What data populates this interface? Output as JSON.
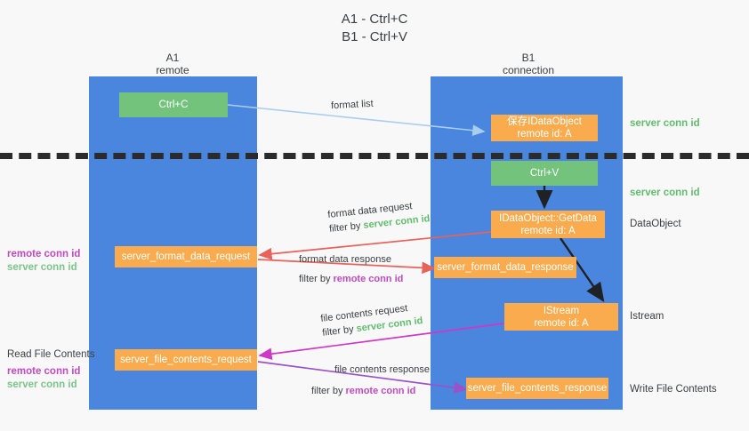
{
  "title": {
    "line1": "A1 - Ctrl+C",
    "line2": "B1 - Ctrl+V"
  },
  "columns": [
    {
      "name": "A1",
      "role": "remote"
    },
    {
      "name": "B1",
      "role": "connection"
    }
  ],
  "nodes": {
    "ctrl_c": "Ctrl+C",
    "ctrl_v": "Ctrl+V",
    "save_idataobject_line1": "保存IDataObject",
    "save_idataobject_line2": "remote id: A",
    "getdata_line1": "IDataObject::GetData",
    "getdata_line2": "remote id: A",
    "istream_line1": "IStream",
    "istream_line2": "remote id: A",
    "server_format_data_request": "server_format_data_request",
    "server_format_data_response": "server_format_data_response",
    "server_file_contents_request": "server_file_contents_request",
    "server_file_contents_response": "server_file_contents_response"
  },
  "annotations": {
    "server_conn_id_top": "server conn id",
    "server_conn_id_mid": "server conn id",
    "dataobject": "DataObject",
    "istream": "Istream",
    "write_file_contents": "Write File Contents",
    "read_file_contents": "Read File Contents"
  },
  "legends": [
    {
      "remote": "remote conn id",
      "server": "server conn id"
    },
    {
      "remote": "remote conn id",
      "server": "server conn id"
    }
  ],
  "edges": {
    "format_list": "format list",
    "format_data_request": "format data request",
    "format_data_request_filter_prefix": "filter by ",
    "format_data_request_filter_key": "server conn id",
    "format_data_response": "format data response",
    "format_data_response_filter_prefix": "filter by ",
    "format_data_response_filter_key": "remote conn id",
    "file_contents_request": "file contents request",
    "file_contents_request_filter_prefix": "filter by ",
    "file_contents_request_filter_key": "server conn id",
    "file_contents_response": "file contents response",
    "file_contents_response_filter_prefix": "filter by ",
    "file_contents_response_filter_key": "remote conn id"
  },
  "colors": {
    "lane": "#4a86dd",
    "orange": "#f9ab4e",
    "green": "#74c37d",
    "server_key": "#63bb6e",
    "remote_key": "#c04ac0",
    "arrow_light_blue": "#a9cdef",
    "arrow_red": "#e8625a",
    "arrow_magenta": "#cf37c6",
    "arrow_purple": "#9a52c9",
    "arrow_dark": "#202124",
    "divider": "#2b2b2b"
  }
}
